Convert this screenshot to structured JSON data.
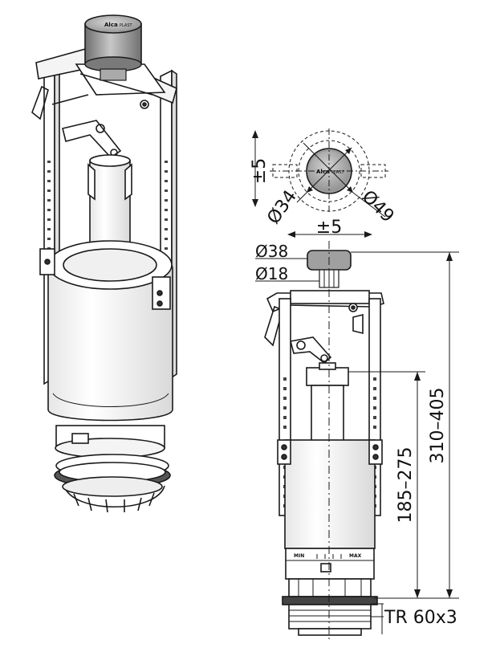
{
  "button_logo": {
    "brand": "Alca",
    "suffix": "PLAST"
  },
  "dimensions": {
    "top_offset": "±5",
    "diameter_small": "Ø34",
    "diameter_large": "Ø49",
    "side_offset": "±5",
    "button_outer": "Ø38",
    "button_inner": "Ø18",
    "height_inner": "185–275",
    "height_outer": "310–405",
    "thread": "TR 60x3"
  },
  "scale": {
    "min": "MIN",
    "max": "MAX"
  },
  "colors": {
    "line": "#1a1a1a",
    "button_gray": "#9a9a9a",
    "body_fill": "#ffffff"
  }
}
